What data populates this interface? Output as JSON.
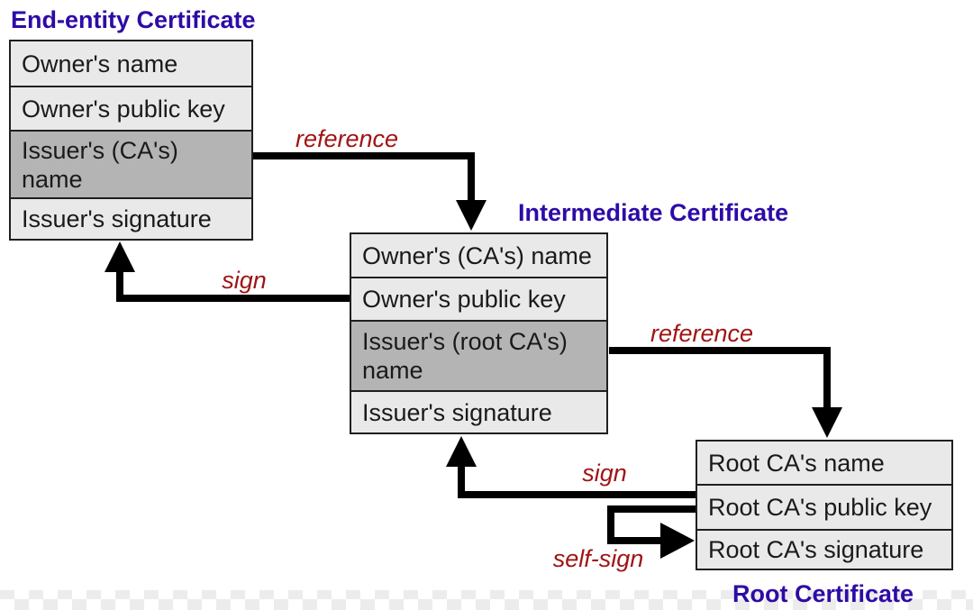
{
  "colors": {
    "certificate_title": "#2e0ba6",
    "arrow_label": "#a11414",
    "row_light": "#e9e9e9",
    "row_shaded": "#b4b4b4",
    "box_border": "#1f1f1f",
    "arrow_line": "#000000",
    "background": "#ffffff"
  },
  "certificates": {
    "end_entity": {
      "title": "End-entity Certificate",
      "rows": [
        "Owner's name",
        "Owner's public key",
        "Issuer's (CA's) name",
        "Issuer's signature"
      ],
      "shaded_row_index": 2
    },
    "intermediate": {
      "title": "Intermediate Certificate",
      "rows": [
        "Owner's (CA's) name",
        "Owner's public key",
        "Issuer's (root CA's) name",
        "Issuer's signature"
      ],
      "shaded_row_index": 2
    },
    "root": {
      "title": "Root Certificate",
      "rows": [
        "Root CA's name",
        "Root CA's public key",
        "Root CA's signature"
      ]
    }
  },
  "arrows": [
    {
      "id": "reference-end-to-intermediate",
      "label": "reference"
    },
    {
      "id": "sign-intermediate-to-end",
      "label": "sign"
    },
    {
      "id": "reference-intermediate-to-root",
      "label": "reference"
    },
    {
      "id": "sign-root-to-intermediate",
      "label": "sign"
    },
    {
      "id": "self-sign-root",
      "label": "self-sign"
    }
  ]
}
